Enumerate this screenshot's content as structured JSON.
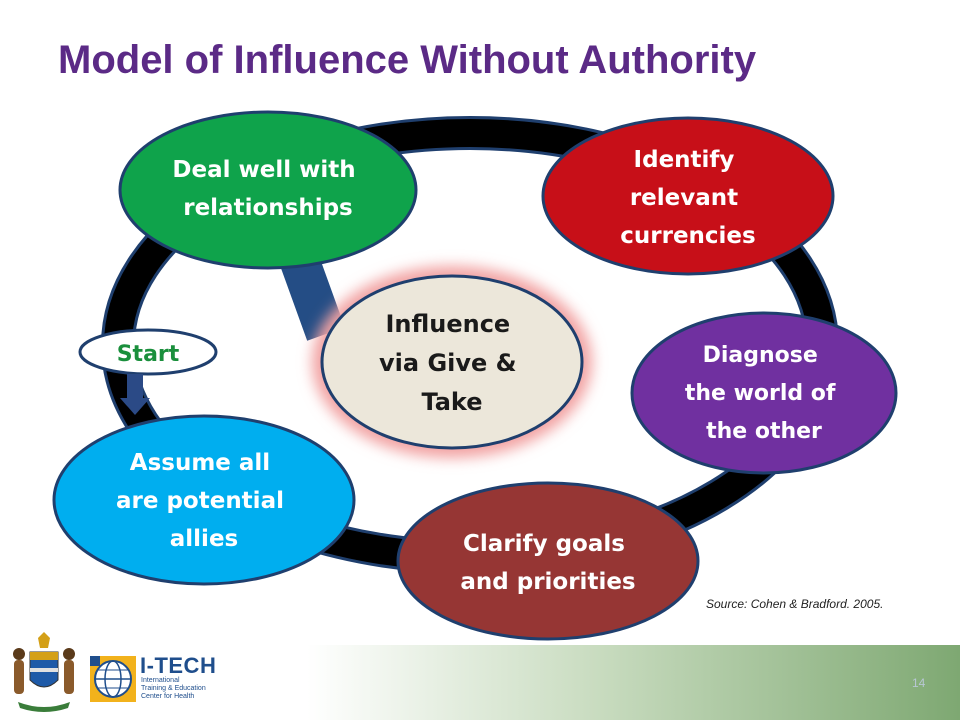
{
  "title": "Model of Influence Without Authority",
  "center": {
    "lines": [
      "Influence",
      "via Give &",
      "Take"
    ],
    "fill": "#ece7da",
    "glow": "#f2a3a3"
  },
  "nodes": [
    {
      "id": "relationships",
      "lines": [
        "Deal well with",
        "relationships"
      ],
      "fill": "#0fa34b"
    },
    {
      "id": "currencies",
      "lines": [
        "Identify",
        "relevant",
        "currencies"
      ],
      "fill": "#c70f18"
    },
    {
      "id": "diagnose",
      "lines": [
        "Diagnose",
        "the world of",
        "the other"
      ],
      "fill": "#7030a0"
    },
    {
      "id": "goals",
      "lines": [
        "Clarify goals",
        "and priorities"
      ],
      "fill": "#963634"
    },
    {
      "id": "allies",
      "lines": [
        "Assume all",
        "are potential",
        "allies"
      ],
      "fill": "#00aeef"
    }
  ],
  "start_label": "Start",
  "colors": {
    "ring": "#000000",
    "ring_outline": "#1f3f6e",
    "connector": "#244d85",
    "arrow": "#2b4a86",
    "title": "#5b2a86"
  },
  "source": "Source: Cohen & Bradford. 2005.",
  "footer": {
    "logo_word": "I-TECH",
    "logo_lines": [
      "International",
      "Training & Education",
      "Center for Health"
    ],
    "page_number": "14",
    "emblem_icon": "tanzania-coat-of-arms-icon",
    "globe_icon": "itech-globe-icon"
  }
}
